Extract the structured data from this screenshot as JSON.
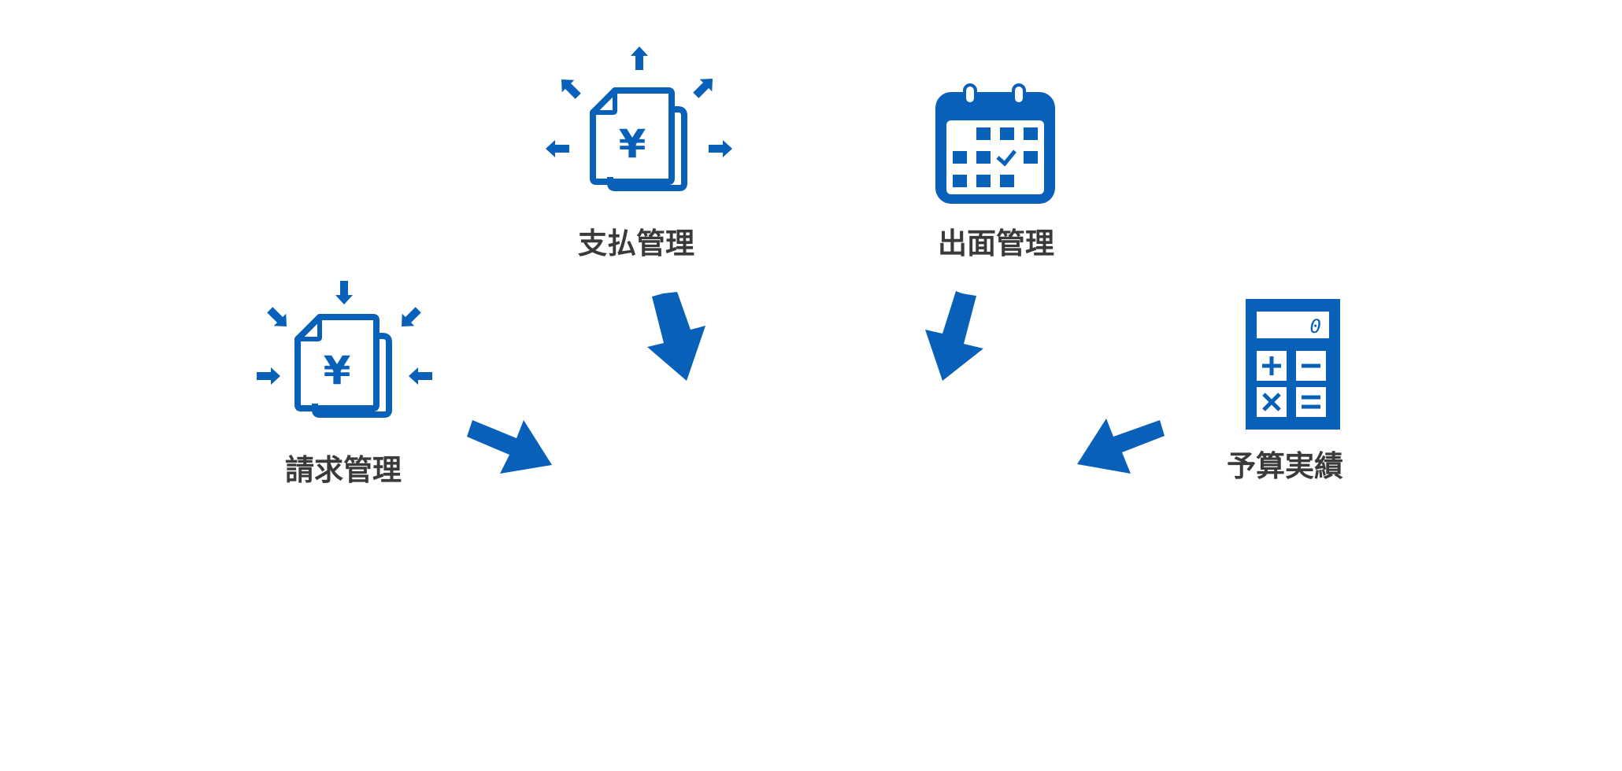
{
  "colors": {
    "primary": "#0860B8",
    "label": "#3A3A3A",
    "background": "#FFFFFF"
  },
  "nodes": [
    {
      "id": "payment",
      "label": "支払管理",
      "icon": "document-yen-outgoing-icon"
    },
    {
      "id": "attendance",
      "label": "出面管理",
      "icon": "calendar-check-icon"
    },
    {
      "id": "invoice",
      "label": "請求管理",
      "icon": "document-yen-incoming-icon"
    },
    {
      "id": "budget",
      "label": "予算実績",
      "icon": "calculator-icon",
      "display_value": "0"
    }
  ]
}
